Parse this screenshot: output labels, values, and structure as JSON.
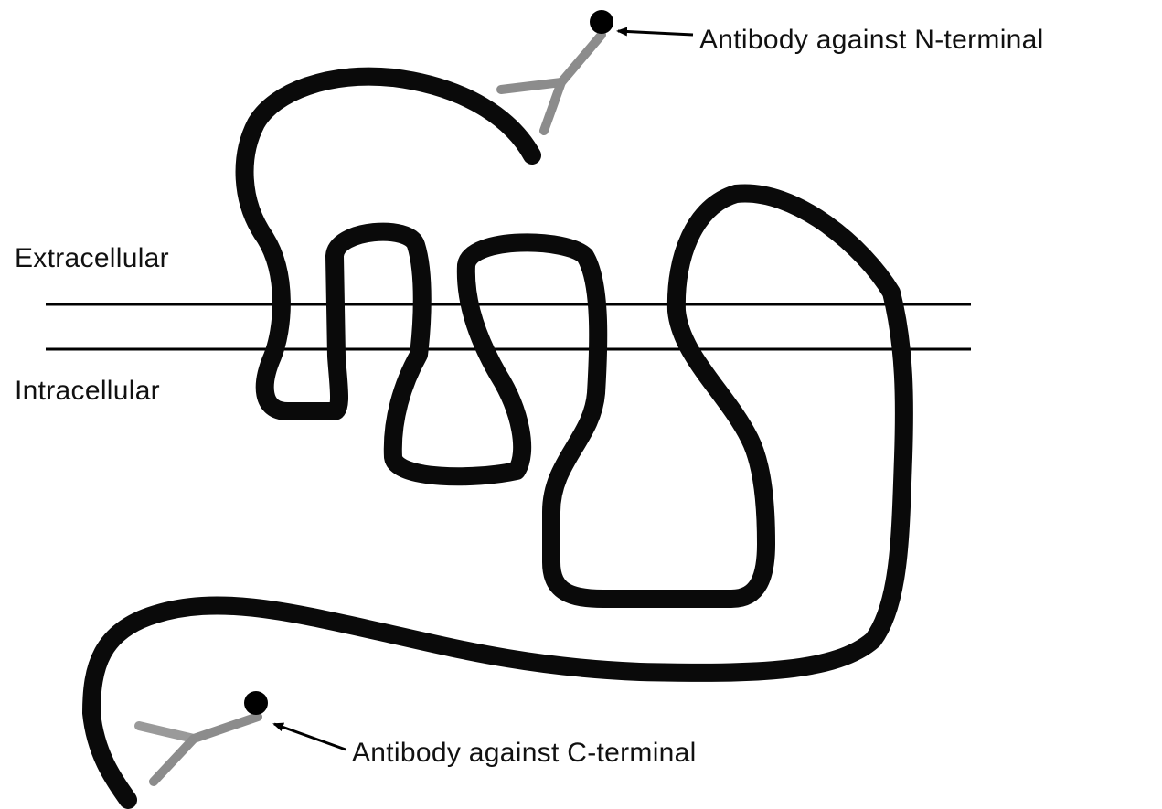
{
  "labels": {
    "extracellular": "Extracellular",
    "intracellular": "Intracellular",
    "n_terminal_antibody": "Antibody against N-terminal",
    "c_terminal_antibody": "Antibody against C-terminal"
  },
  "colors": {
    "protein_chain": "#0a0a0a",
    "antibody": "#8c8c8c",
    "antibody_tag": "#000000",
    "membrane": "#000000",
    "background": "#ffffff"
  }
}
